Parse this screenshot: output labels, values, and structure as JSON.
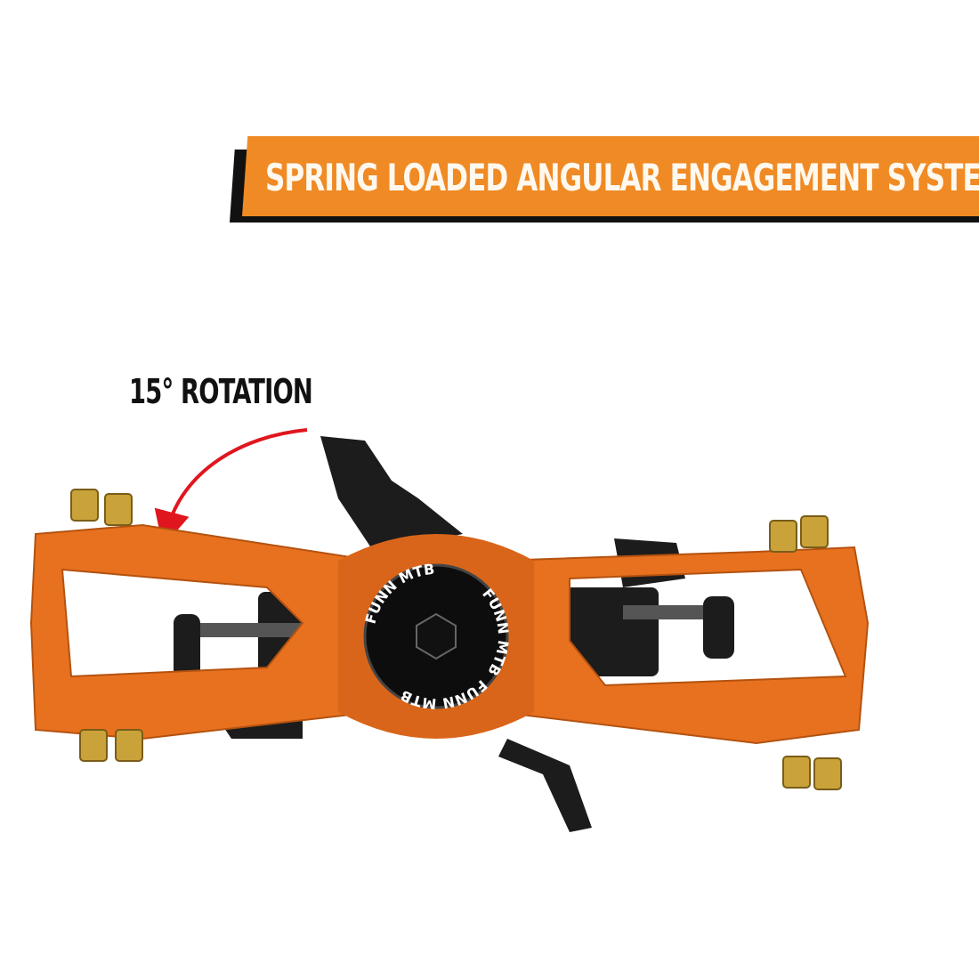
{
  "banner": {
    "title": "SPRING LOADED ANGULAR ENGAGEMENT SYSTEM",
    "color": "#f08a24"
  },
  "annotation": {
    "label": "15° ROTATION",
    "arrow_color": "#e0161e"
  },
  "product": {
    "cap_text_top": "FUNN MTB",
    "cap_text_right": "FUNN MTB",
    "cap_text_left": "FUNN MTB",
    "body_color": "#e8711f",
    "pin_color": "#c9a23a"
  }
}
